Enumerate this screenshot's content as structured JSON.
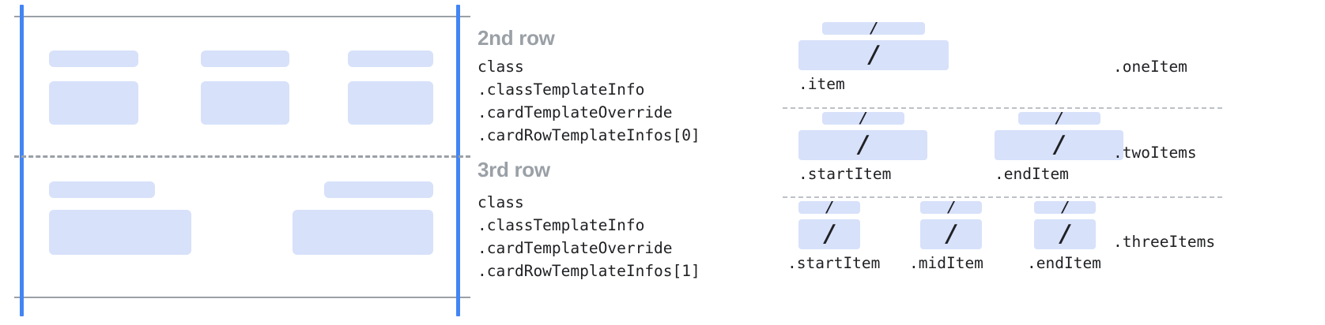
{
  "colors": {
    "block_fill": "#d7e1fa",
    "guide_blue": "#4285f4",
    "rule_gray": "#9aa0a6",
    "dash_gray": "#bdc1c6",
    "text_dark": "#202124",
    "title_gray": "#9aa0a6"
  },
  "left_panel": {
    "name": "card-template-preview",
    "rows": [
      {
        "name": "second-row-preview",
        "columns": [
          {
            "header_block": true,
            "body_block": true
          },
          {
            "header_block": true,
            "body_block": true
          },
          {
            "header_block": true,
            "body_block": true
          }
        ]
      },
      {
        "name": "third-row-preview",
        "columns": [
          {
            "header_block": true,
            "body_block": true
          },
          {
            "header_block": true,
            "body_block": true
          }
        ]
      }
    ]
  },
  "rows": [
    {
      "title": "2nd row",
      "code": "class\n.classTemplateInfo\n.cardTemplateOverride\n.cardRowTemplateInfos[0]"
    },
    {
      "title": "3rd row",
      "code": "class\n.classTemplateInfo\n.cardTemplateOverride\n.cardRowTemplateInfos[1]"
    }
  ],
  "variants": [
    {
      "label": ".oneItem",
      "items": [
        {
          "caption": ".item",
          "slash": "/",
          "small_width": 130,
          "large_width": 190
        }
      ]
    },
    {
      "label": ".twoItems",
      "items": [
        {
          "caption": ".startItem",
          "slash": "/",
          "small_width": 104,
          "large_width": 163
        },
        {
          "caption": ".endItem",
          "slash": "/",
          "small_width": 104,
          "large_width": 163
        }
      ]
    },
    {
      "label": ".threeItems",
      "items": [
        {
          "caption": ".startItem",
          "slash": "/",
          "small_width": 78,
          "large_width": 78
        },
        {
          "caption": ".midItem",
          "slash": "/",
          "small_width": 78,
          "large_width": 78
        },
        {
          "caption": ".endItem",
          "slash": "/",
          "small_width": 78,
          "large_width": 78
        }
      ]
    }
  ]
}
